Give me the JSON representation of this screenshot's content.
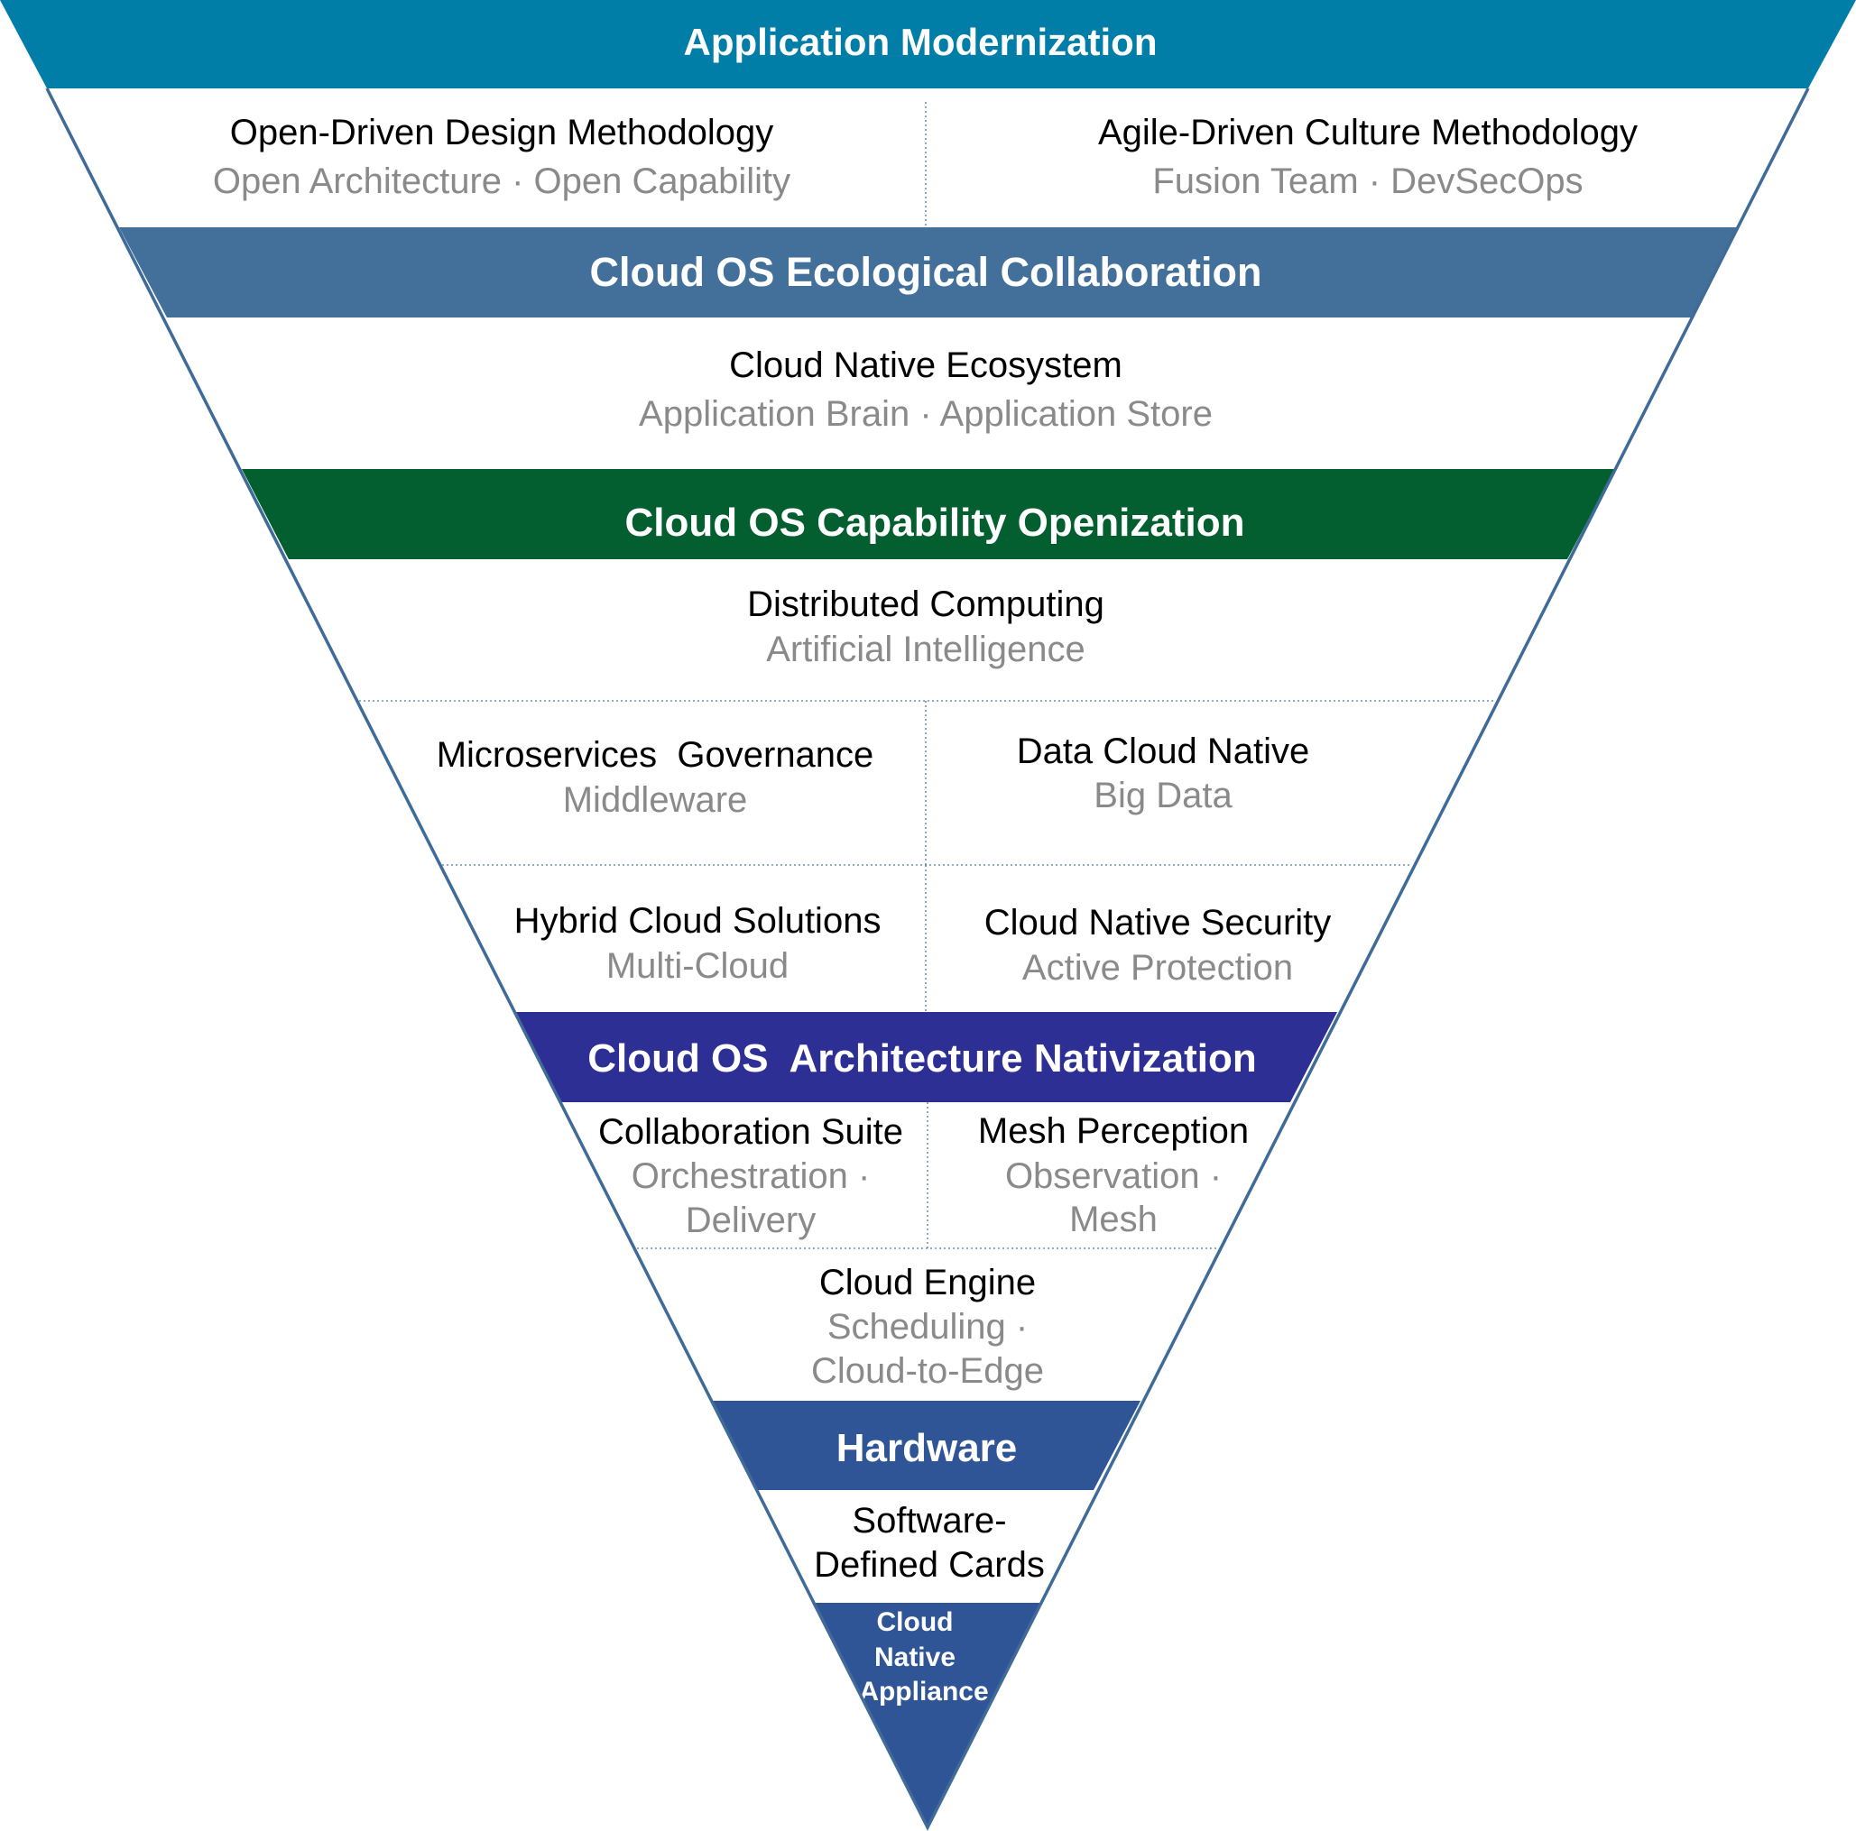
{
  "bands": {
    "app_modernization": {
      "label": "Application Modernization",
      "color": "#007ea8"
    },
    "ecological": {
      "label": "Cloud OS Ecological Collaboration",
      "color": "#43709b"
    },
    "openization": {
      "label": "Cloud OS Capability Openization",
      "color": "#045f30"
    },
    "nativization": {
      "label": "Cloud OS  Architecture Nativization",
      "color": "#2d2f94"
    },
    "hardware": {
      "label": "Hardware",
      "color": "#2f5596"
    },
    "appliance": {
      "lines": [
        "Cloud",
        "Native",
        "Appliance"
      ],
      "color": "#2f5596"
    }
  },
  "items": {
    "open_driven": {
      "title": "Open-Driven Design Methodology",
      "sub": "Open Architecture · Open Capability"
    },
    "agile_driven": {
      "title": "Agile-Driven Culture Methodology",
      "sub": "Fusion Team · DevSecOps"
    },
    "ecosystem": {
      "title": "Cloud Native Ecosystem",
      "sub": "Application Brain · Application Store"
    },
    "distributed": {
      "title": "Distributed Computing",
      "sub": "Artificial Intelligence"
    },
    "microservices": {
      "title": "Microservices  Governance",
      "sub": "Middleware"
    },
    "data_native": {
      "title": "Data Cloud Native",
      "sub": "Big Data"
    },
    "hybrid": {
      "title": "Hybrid Cloud Solutions",
      "sub": "Multi-Cloud"
    },
    "security": {
      "title": "Cloud Native Security",
      "sub": "Active Protection"
    },
    "collaboration": {
      "title": "Collaboration Suite",
      "sub1": "Orchestration ·",
      "sub2": "Delivery"
    },
    "mesh": {
      "title": "Mesh Perception",
      "sub1": "Observation ·",
      "sub2": "Mesh"
    },
    "engine": {
      "title": "Cloud Engine",
      "sub1": "Scheduling ·",
      "sub2": "Cloud-to-Edge"
    },
    "cards": {
      "line1": "Software-",
      "line2": "Defined Cards"
    }
  },
  "colors": {
    "outline": "#3f6b99",
    "title_text": "#000000",
    "sub_text": "#8a8a8a"
  }
}
